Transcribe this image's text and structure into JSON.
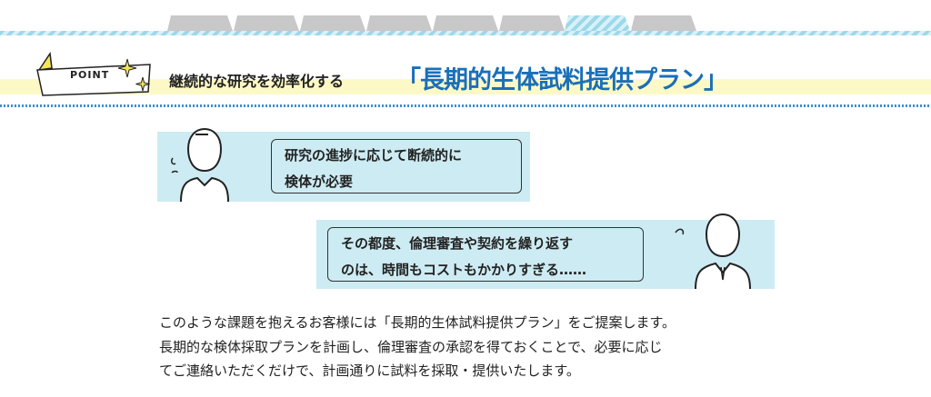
{
  "tabs": {
    "count": 8,
    "active_index": 6
  },
  "heading": {
    "badge": "POINT",
    "lead": "継続的な研究を効率化する",
    "title": "「長期的生体試料提供プラン」"
  },
  "dialog": [
    {
      "speaker": "researcher-woman",
      "lines": [
        "研究の進捗に応じて断続的に",
        "検体が必要"
      ]
    },
    {
      "speaker": "researcher-man",
      "lines": [
        "その都度、倫理審査や契約を繰り返す",
        "のは、時間もコストもかかりすぎる……"
      ]
    }
  ],
  "body": [
    "このような課題を抱えるお客様には「長期的生体試料提供プラン」をご提案します。",
    "長期的な検体採取プランを計画し、倫理審査の承認を得ておくことで、必要に応じ",
    "てご連絡いただくだけで、計画通りに試料を採取・提供いたします。"
  ],
  "colors": {
    "accent": "#1a6fb8",
    "panel": "#cdebf2",
    "band": "#fdf9c6"
  }
}
